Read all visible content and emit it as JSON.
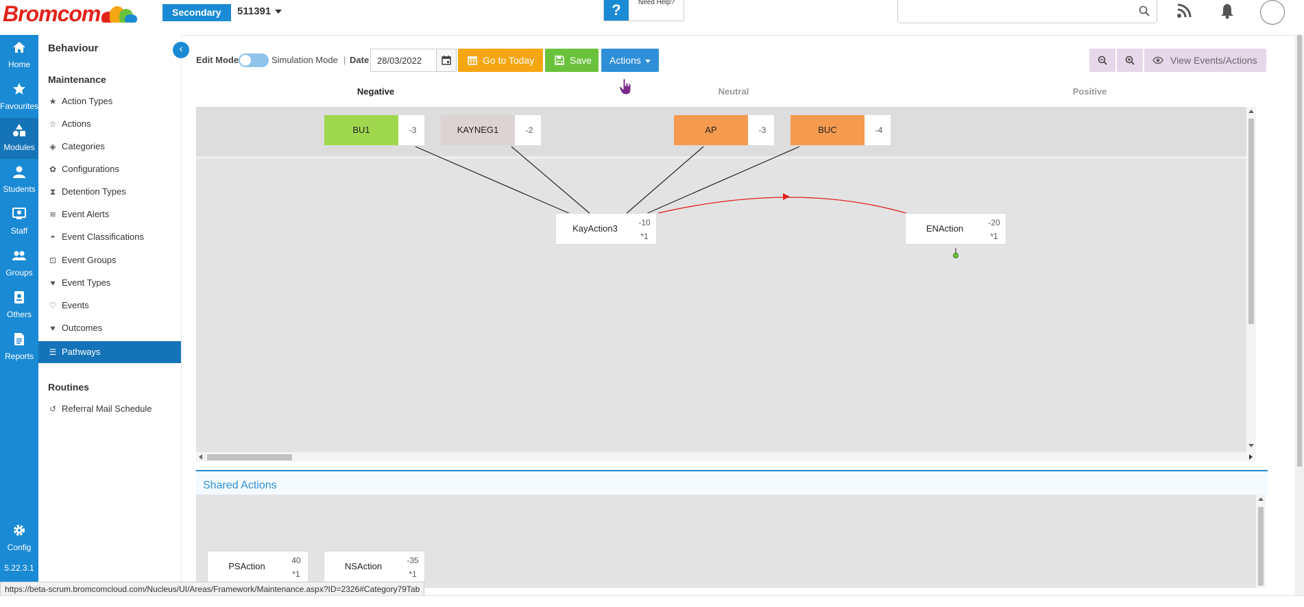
{
  "header": {
    "logo_text": "Bromcom",
    "school_type": "Secondary",
    "school_code": "511391",
    "help_label": "Need Help?",
    "search_placeholder": ""
  },
  "rail": {
    "items": [
      {
        "label": "Home",
        "icon": "home-icon"
      },
      {
        "label": "Favourites",
        "icon": "star-icon"
      },
      {
        "label": "Modules",
        "icon": "modules-icon",
        "active": true
      },
      {
        "label": "Students",
        "icon": "student-icon"
      },
      {
        "label": "Staff",
        "icon": "staff-icon"
      },
      {
        "label": "Groups",
        "icon": "groups-icon"
      },
      {
        "label": "Others",
        "icon": "others-icon"
      },
      {
        "label": "Reports",
        "icon": "reports-icon"
      },
      {
        "label": "Config",
        "icon": "gear-icon"
      }
    ],
    "version": "5.22.3.1"
  },
  "submenu": {
    "title": "Behaviour",
    "maintenance_heading": "Maintenance",
    "maintenance_items": [
      {
        "label": "Action Types",
        "icon": "star-filled-icon"
      },
      {
        "label": "Actions",
        "icon": "star-outline-icon"
      },
      {
        "label": "Categories",
        "icon": "tags-icon"
      },
      {
        "label": "Configurations",
        "icon": "cog-icon"
      },
      {
        "label": "Detention Types",
        "icon": "hourglass-icon"
      },
      {
        "label": "Event Alerts",
        "icon": "wifi-icon"
      },
      {
        "label": "Event Classifications",
        "icon": "dashboard-icon"
      },
      {
        "label": "Event Groups",
        "icon": "object-group-icon"
      },
      {
        "label": "Event Types",
        "icon": "heart-filled-icon"
      },
      {
        "label": "Events",
        "icon": "heart-outline-icon"
      },
      {
        "label": "Outcomes",
        "icon": "heartbeat-icon"
      },
      {
        "label": "Pathways",
        "icon": "list-icon",
        "active": true
      }
    ],
    "routines_heading": "Routines",
    "routines_items": [
      {
        "label": "Referral Mail Schedule",
        "icon": "history-icon"
      }
    ]
  },
  "toolbar": {
    "edit_mode": "Edit Mode",
    "simulation_mode": "Simulation Mode",
    "separator": "|",
    "date_label": "Date",
    "date_value": "28/03/2022",
    "go_today": "Go to Today",
    "save": "Save",
    "actions": "Actions",
    "view_events": "View Events/Actions"
  },
  "tabs": [
    {
      "label": "Negative",
      "active": true
    },
    {
      "label": "Neutral",
      "active": false
    },
    {
      "label": "Positive",
      "active": false
    }
  ],
  "events": [
    {
      "label": "BU1",
      "score": "-3",
      "color": "#9fd84e"
    },
    {
      "label": "KAYNEG1",
      "score": "-2",
      "color": "#dcd3d3"
    },
    {
      "label": "AP",
      "score": "-3",
      "color": "#f59a4f"
    },
    {
      "label": "BUC",
      "score": "-4",
      "color": "#f59a4f"
    }
  ],
  "actions": [
    {
      "label": "KayAction3",
      "score": "-10",
      "multiplier": "*1"
    },
    {
      "label": "ENAction",
      "score": "-20",
      "multiplier": "*1"
    }
  ],
  "shared": {
    "title": "Shared Actions",
    "actions": [
      {
        "label": "PSAction",
        "score": "40",
        "multiplier": "*1"
      },
      {
        "label": "NSAction",
        "score": "-35",
        "multiplier": "*1"
      }
    ]
  },
  "status_url": "https://beta-scrum.bromcomcloud.com/Nucleus/UI/Areas/Framework/Maintenance.aspx?ID=2326#Category79Tab",
  "colors": {
    "brand_blue": "#1a8ad4",
    "active_blue": "#1574b8",
    "today_orange": "#f6a612",
    "save_green": "#6ac23c",
    "edge_red": "#e02020"
  }
}
